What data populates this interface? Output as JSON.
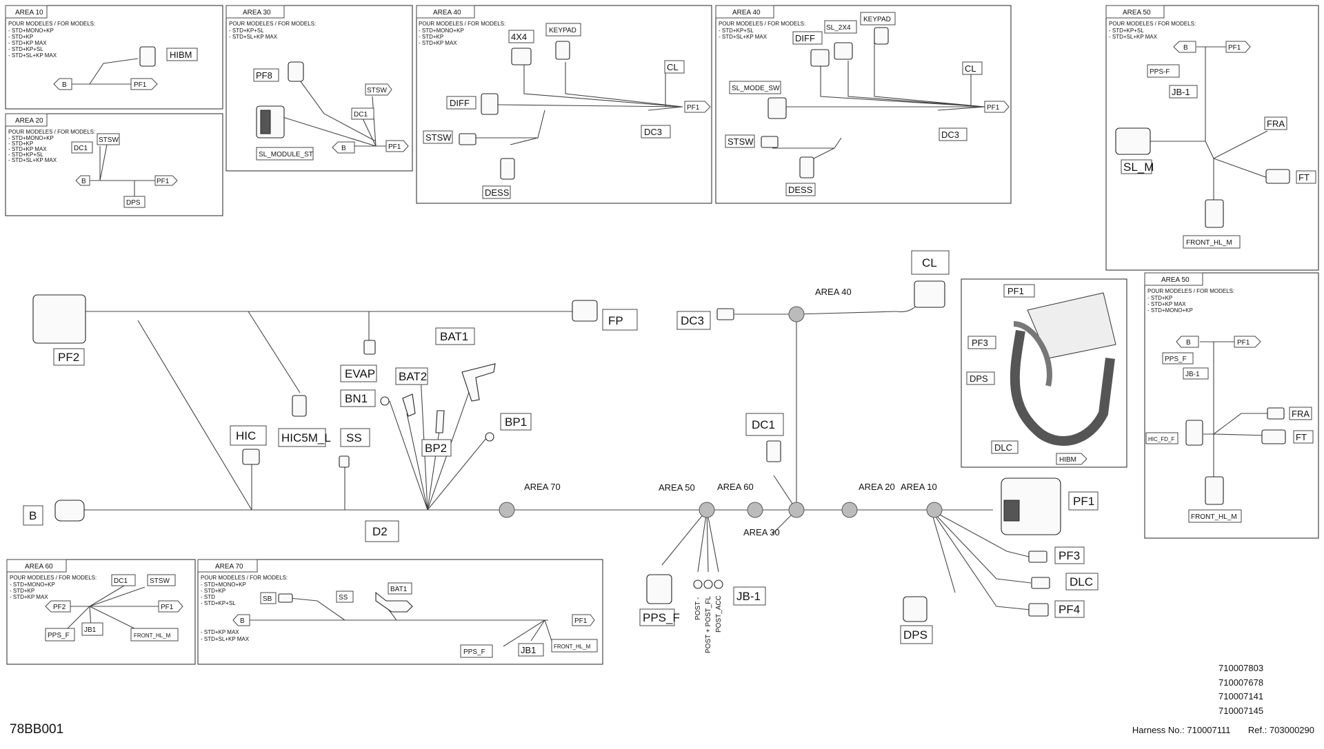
{
  "areas": {
    "a10": {
      "title": "AREA 10",
      "head": "POUR MODELES / FOR MODELS:",
      "models": [
        "- STD+MONO+KP",
        "- STD+KP",
        "- STD+KP MAX",
        "- STD+KP+SL",
        "- STD+SL+KP MAX"
      ],
      "labels": {
        "hibm": "HIBM",
        "b": "B",
        "pf1": "PF1"
      }
    },
    "a20": {
      "title": "AREA 20",
      "head": "POUR MODELES / FOR MODELS:",
      "models": [
        "- STD+MONO+KP",
        "- STD+KP",
        "- STD+KP MAX",
        "- STD+KP+SL",
        "- STD+SL+KP MAX"
      ],
      "labels": {
        "dc1": "DC1",
        "stsw": "STSW",
        "b": "B",
        "pf1": "PF1",
        "dps": "DPS"
      }
    },
    "a30": {
      "title": "AREA 30",
      "head": "POUR MODELES / FOR MODELS:",
      "models": [
        "- STD+KP+SL",
        "- STD+SL+KP MAX"
      ],
      "labels": {
        "pf8": "PF8",
        "stsw": "STSW",
        "dc1": "DC1",
        "b": "B",
        "pf1": "PF1",
        "slmod": "SL_MODULE_ST"
      }
    },
    "a40a": {
      "title": "AREA 40",
      "head": "POUR MODELES / FOR MODELS:",
      "models": [
        "- STD+MONO+KP",
        "- STD+KP",
        "- STD+KP MAX"
      ],
      "labels": {
        "x4": "4X4",
        "keypad": "KEYPAD",
        "cl": "CL",
        "diff": "DIFF",
        "pf1": "PF1",
        "dc3": "DC3",
        "stsw": "STSW",
        "dess": "DESS"
      }
    },
    "a40b": {
      "title": "AREA 40",
      "head": "POUR MODELES / FOR MODELS:",
      "models": [
        "- STD+KP+SL",
        "- STD+SL+KP MAX"
      ],
      "labels": {
        "diff": "DIFF",
        "sl2x4": "SL_2X4",
        "keypad": "KEYPAD",
        "cl": "CL",
        "slmode": "SL_MODE_SW",
        "pf1": "PF1",
        "dc3": "DC3",
        "stsw": "STSW",
        "dess": "DESS"
      }
    },
    "a50a": {
      "title": "AREA 50",
      "head": "POUR MODELES / FOR MODELS:",
      "models": [
        "- STD+KP+SL",
        "- STD+SL+KP MAX"
      ],
      "labels": {
        "b": "B",
        "pf1": "PF1",
        "ppsf": "PPS-F",
        "jb1": "JB-1",
        "fra": "FRA",
        "slm": "SL_M",
        "ft": "FT",
        "fronthl": "FRONT_HL_M"
      }
    },
    "a50b": {
      "title": "AREA 50",
      "head": "POUR MODELES / FOR MODELS:",
      "models": [
        "- STD+KP",
        "- STD+KP MAX",
        "- STD+MONO+KP"
      ],
      "labels": {
        "b": "B",
        "pf1": "PF1",
        "ppsf": "PPS_F",
        "jb1": "JB-1",
        "fra": "FRA",
        "hic": "HIC_FD_F",
        "ft": "FT",
        "fronthl": "FRONT_HL_M"
      }
    },
    "a60": {
      "title": "AREA 60",
      "head": "POUR MODELES / FOR MODELS:",
      "models": [
        "- STD+MONO+KP",
        "- STD+KP",
        "- STD+KP MAX"
      ],
      "labels": {
        "dc1": "DC1",
        "stsw": "STSW",
        "pf2": "PF2",
        "pf1": "PF1",
        "ppsf": "PPS_F",
        "jb1": "JB1",
        "fronthl": "FRONT_HL_M"
      }
    },
    "a70": {
      "title": "AREA 70",
      "head": "POUR MODELES / FOR MODELS:",
      "models": [
        "- STD+MONO+KP",
        "- STD+KP",
        "- STD",
        "- STD+KP+SL"
      ],
      "models2": [
        "- STD+KP MAX",
        "- STD+SL+KP MAX"
      ],
      "labels": {
        "sb": "SB",
        "ss": "SS",
        "bat1": "BAT1",
        "pf1": "PF1",
        "b": "B",
        "ppsf": "PPS_F",
        "jb1": "JB1",
        "fronthl": "FRONT_HL_M"
      }
    }
  },
  "main": {
    "pf2": "PF2",
    "fp": "FP",
    "bat1": "BAT1",
    "evap": "EVAP",
    "bat2": "BAT2",
    "bn1": "BN1",
    "bp1": "BP1",
    "bp2": "BP2",
    "hic": "HIC",
    "hic5m": "HIC5M_L",
    "ss": "SS",
    "b": "B",
    "d2": "D2",
    "area70": "AREA 70",
    "dc3": "DC3",
    "area40": "AREA 40",
    "cl": "CL",
    "dc1": "DC1",
    "area50": "AREA 50",
    "area60": "AREA 60",
    "area30": "AREA 30",
    "area20": "AREA 20",
    "area10": "AREA 10",
    "pf1": "PF1",
    "ppsf": "PPS_F",
    "jb1": "JB-1",
    "post1": "POST -",
    "post2": "POST + POST_FL",
    "post3": "POST_ACC",
    "dps": "DPS",
    "pf3": "PF3",
    "dlc": "DLC",
    "pf4": "PF4"
  },
  "inset": {
    "pf1": "PF1",
    "pf3": "PF3",
    "dps": "DPS",
    "dlc": "DLC",
    "hibm": "HIBM"
  },
  "footer": {
    "code": "78BB001",
    "numbers": [
      "710007803",
      "710007678",
      "710007141",
      "710007145"
    ],
    "harness_label": "Harness No.:",
    "harness_no": "710007111",
    "ref_label": "Ref.:",
    "ref_no": "703000290"
  }
}
